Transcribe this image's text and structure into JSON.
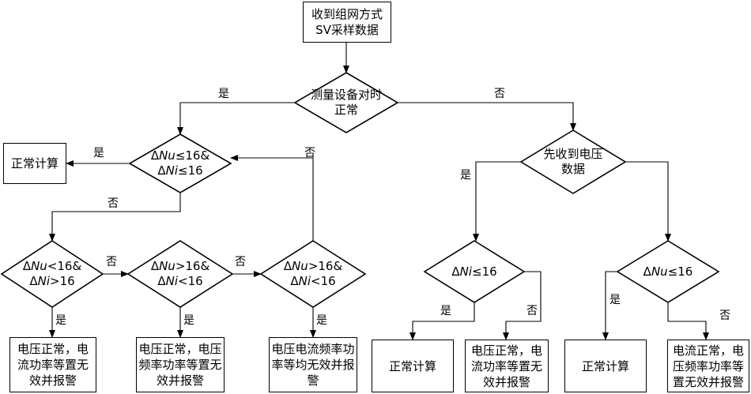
{
  "start": {
    "line1": "收到组网方式",
    "line2": "SV采样数据"
  },
  "d_timing": {
    "line1": "测量设备对时",
    "line2": "正常"
  },
  "d_check16": {
    "l1_delta": "Δ",
    "l1_var": "Nu",
    "l1_rest": "≤16&",
    "l2_delta": "Δ",
    "l2_var": "Ni",
    "l2_rest": "≤16"
  },
  "d_a": {
    "l1_delta": "Δ",
    "l1_var": "Nu",
    "l1_rest": "<16&",
    "l2_delta": "Δ",
    "l2_var": "Ni",
    "l2_rest": ">16"
  },
  "d_b": {
    "l1_delta": "Δ",
    "l1_var": "Nu",
    "l1_rest": ">16&",
    "l2_delta": "Δ",
    "l2_var": "Ni",
    "l2_rest": "<16"
  },
  "d_c": {
    "l1_delta": "Δ",
    "l1_var": "Nu",
    "l1_rest": ">16&",
    "l2_delta": "Δ",
    "l2_var": "Ni",
    "l2_rest": "<16"
  },
  "d_voltage_first": {
    "line1": "先收到电压",
    "line2": "数据"
  },
  "d_ni": {
    "delta": "Δ",
    "var": "Ni",
    "rest": "≤16"
  },
  "d_nu": {
    "delta": "Δ",
    "var": "Nu",
    "rest": "≤16"
  },
  "box_normal_left": "正常计算",
  "box_a": "电压正常，电流功率等置无效并报警",
  "box_b": "电压正常，电压频率功率等置无效并报警",
  "box_c": "电压电流频率功率等均无效并报警",
  "box_normal_mid": "正常计算",
  "box_mid_alarm": "电压正常，电流功率等置无效并报警",
  "box_normal_right": "正常计算",
  "box_right_alarm": "电流正常，电压频率功率等置无效并报警",
  "labels": {
    "yes": "是",
    "no": "否"
  }
}
